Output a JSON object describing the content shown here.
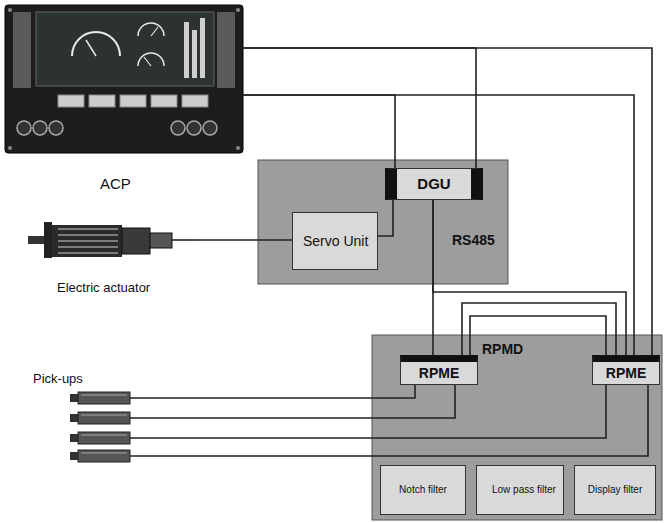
{
  "diagram": {
    "nodes": [
      {
        "text": [
          "ACP"
        ]
      },
      {
        "text": [
          "Electric actuator"
        ]
      },
      {
        "text": [
          "RS485"
        ]
      },
      {
        "text": [
          "DGU"
        ],
        "in": 2
      },
      {
        "text": [
          "Servo Unit"
        ],
        "in": 2
      },
      {
        "text": [
          "Pick-ups"
        ]
      },
      {
        "text": [
          "RPMD"
        ]
      },
      {
        "text": [
          "RPME"
        ],
        "in": 6
      },
      {
        "text": [
          "RPME"
        ],
        "in": 6
      },
      {
        "text": [
          "Notch filter"
        ],
        "in": 6
      },
      {
        "text": [
          "Low pass filter"
        ],
        "in": 6
      },
      {
        "text": [
          "Display filter"
        ],
        "in": 6
      }
    ],
    "edges": [
      {
        "from": 0,
        "to": 3,
        "arrow": "none"
      },
      {
        "from": 0,
        "to": 3,
        "arrow": "none"
      },
      {
        "from": 0,
        "to": 8,
        "arrow": "none"
      },
      {
        "from": 0,
        "to": 8,
        "arrow": "none"
      },
      {
        "from": 1,
        "to": 4,
        "arrow": "none"
      },
      {
        "from": 4,
        "to": 3,
        "arrow": "none"
      },
      {
        "from": 3,
        "to": 7,
        "arrow": "none"
      },
      {
        "from": 3,
        "to": 8,
        "arrow": "none"
      },
      {
        "from": 7,
        "to": 8,
        "arrow": "none"
      },
      {
        "from": 7,
        "to": 8,
        "arrow": "none"
      },
      {
        "from": 5,
        "to": 7,
        "arrow": "none"
      },
      {
        "from": 5,
        "to": 8,
        "arrow": "none"
      }
    ]
  }
}
